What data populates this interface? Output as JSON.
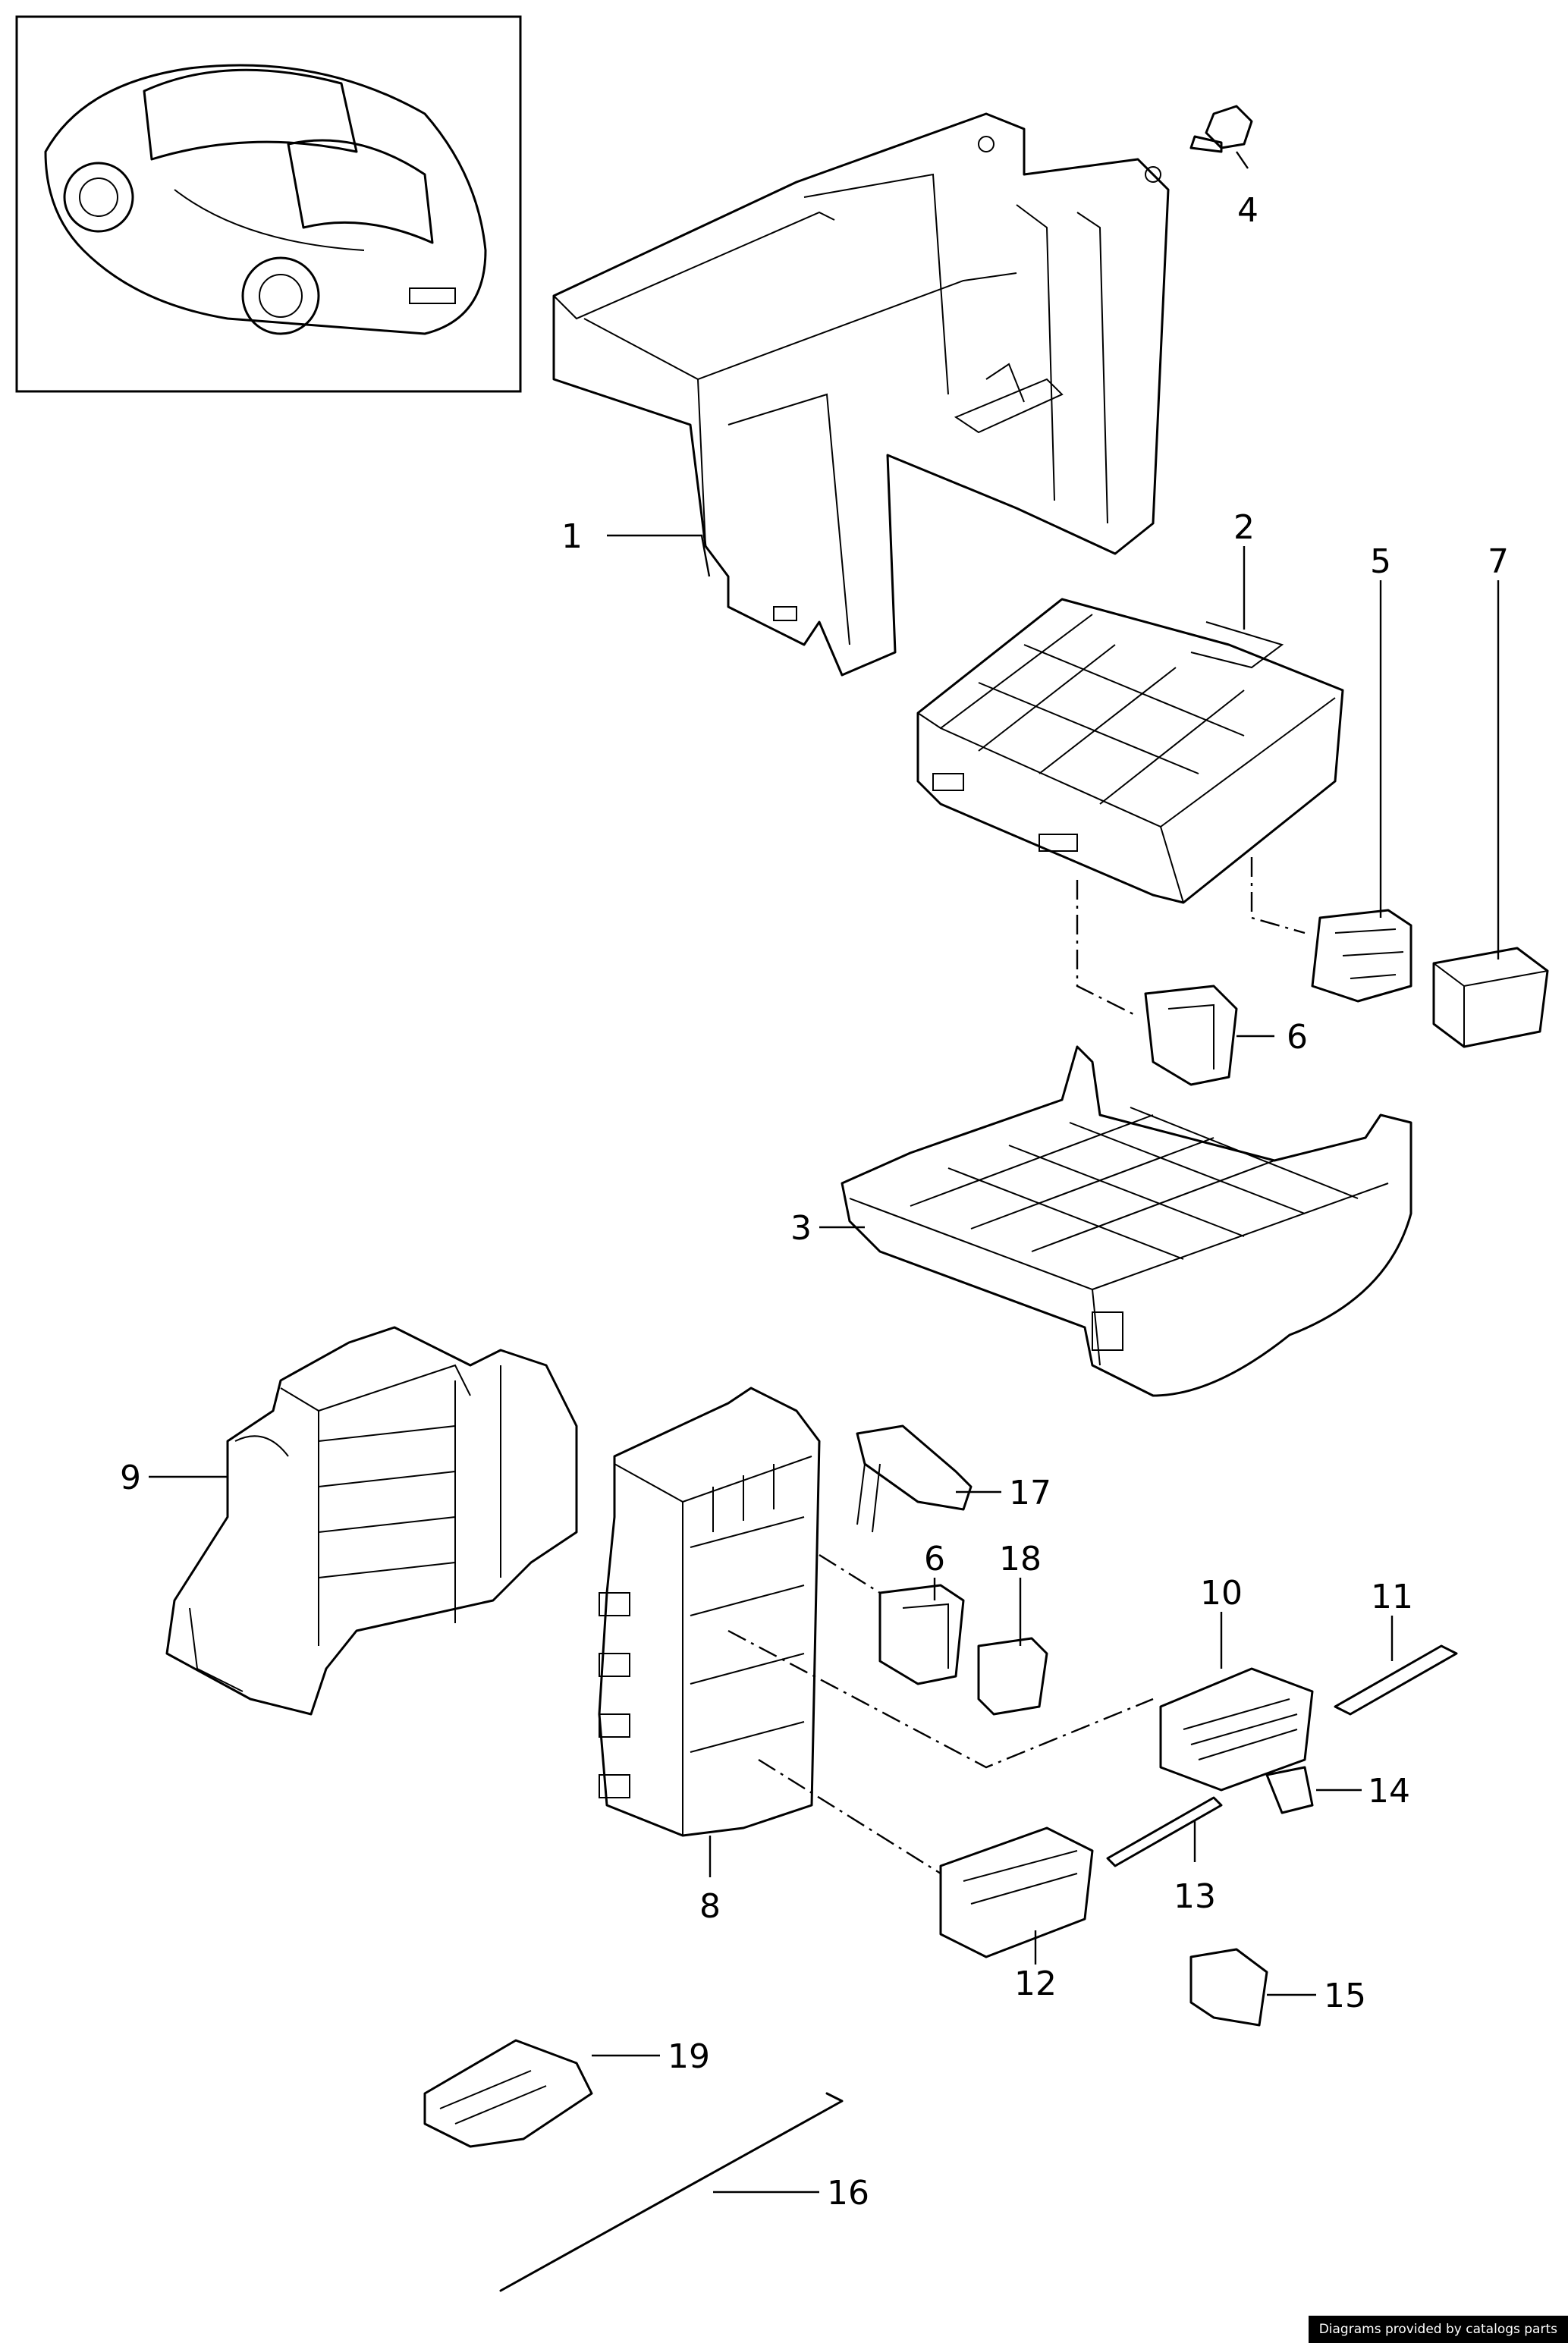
{
  "callouts": [
    "1",
    "2",
    "3",
    "4",
    "5",
    "6",
    "7",
    "8",
    "9",
    "10",
    "11",
    "12",
    "13",
    "14",
    "15",
    "16",
    "17",
    "18",
    "19",
    "6"
  ],
  "credit": "Diagrams provided by catalogs parts"
}
